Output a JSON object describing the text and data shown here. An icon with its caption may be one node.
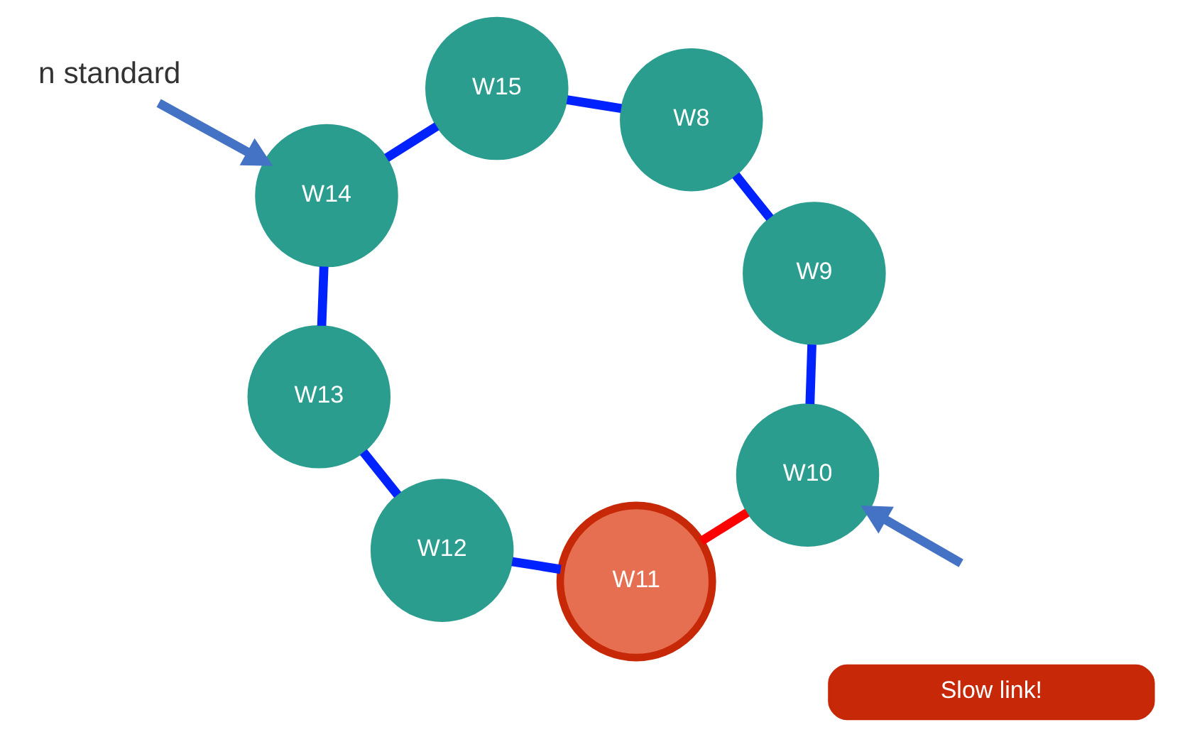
{
  "diagram": {
    "nodes": [
      {
        "text": [
          "W8"
        ]
      },
      {
        "text": [
          "W9"
        ]
      },
      {
        "text": [
          "W10"
        ]
      },
      {
        "text": [
          "W11"
        ]
      },
      {
        "text": [
          "W12"
        ]
      },
      {
        "text": [
          "W13"
        ]
      },
      {
        "text": [
          "W14"
        ]
      },
      {
        "text": [
          "W15"
        ]
      },
      {
        "text": [
          "Slow link!"
        ]
      },
      {
        "text": [
          "n standard"
        ]
      }
    ],
    "edges": [
      {
        "from": 0,
        "to": 1,
        "arrow": "none"
      },
      {
        "from": 1,
        "to": 2,
        "arrow": "none"
      },
      {
        "from": 2,
        "to": 3,
        "arrow": "none",
        "color": "#ff0000"
      },
      {
        "from": 3,
        "to": 4,
        "arrow": "none"
      },
      {
        "from": 4,
        "to": 5,
        "arrow": "none"
      },
      {
        "from": 5,
        "to": 6,
        "arrow": "none"
      },
      {
        "from": 6,
        "to": 7,
        "arrow": "none"
      },
      {
        "from": 7,
        "to": 0,
        "arrow": "none"
      },
      {
        "from": 9,
        "to": 6,
        "arrow": "to",
        "color": "#4472c4"
      },
      {
        "from": null,
        "to": 2,
        "arrow": "to",
        "color": "#4472c4"
      }
    ]
  }
}
